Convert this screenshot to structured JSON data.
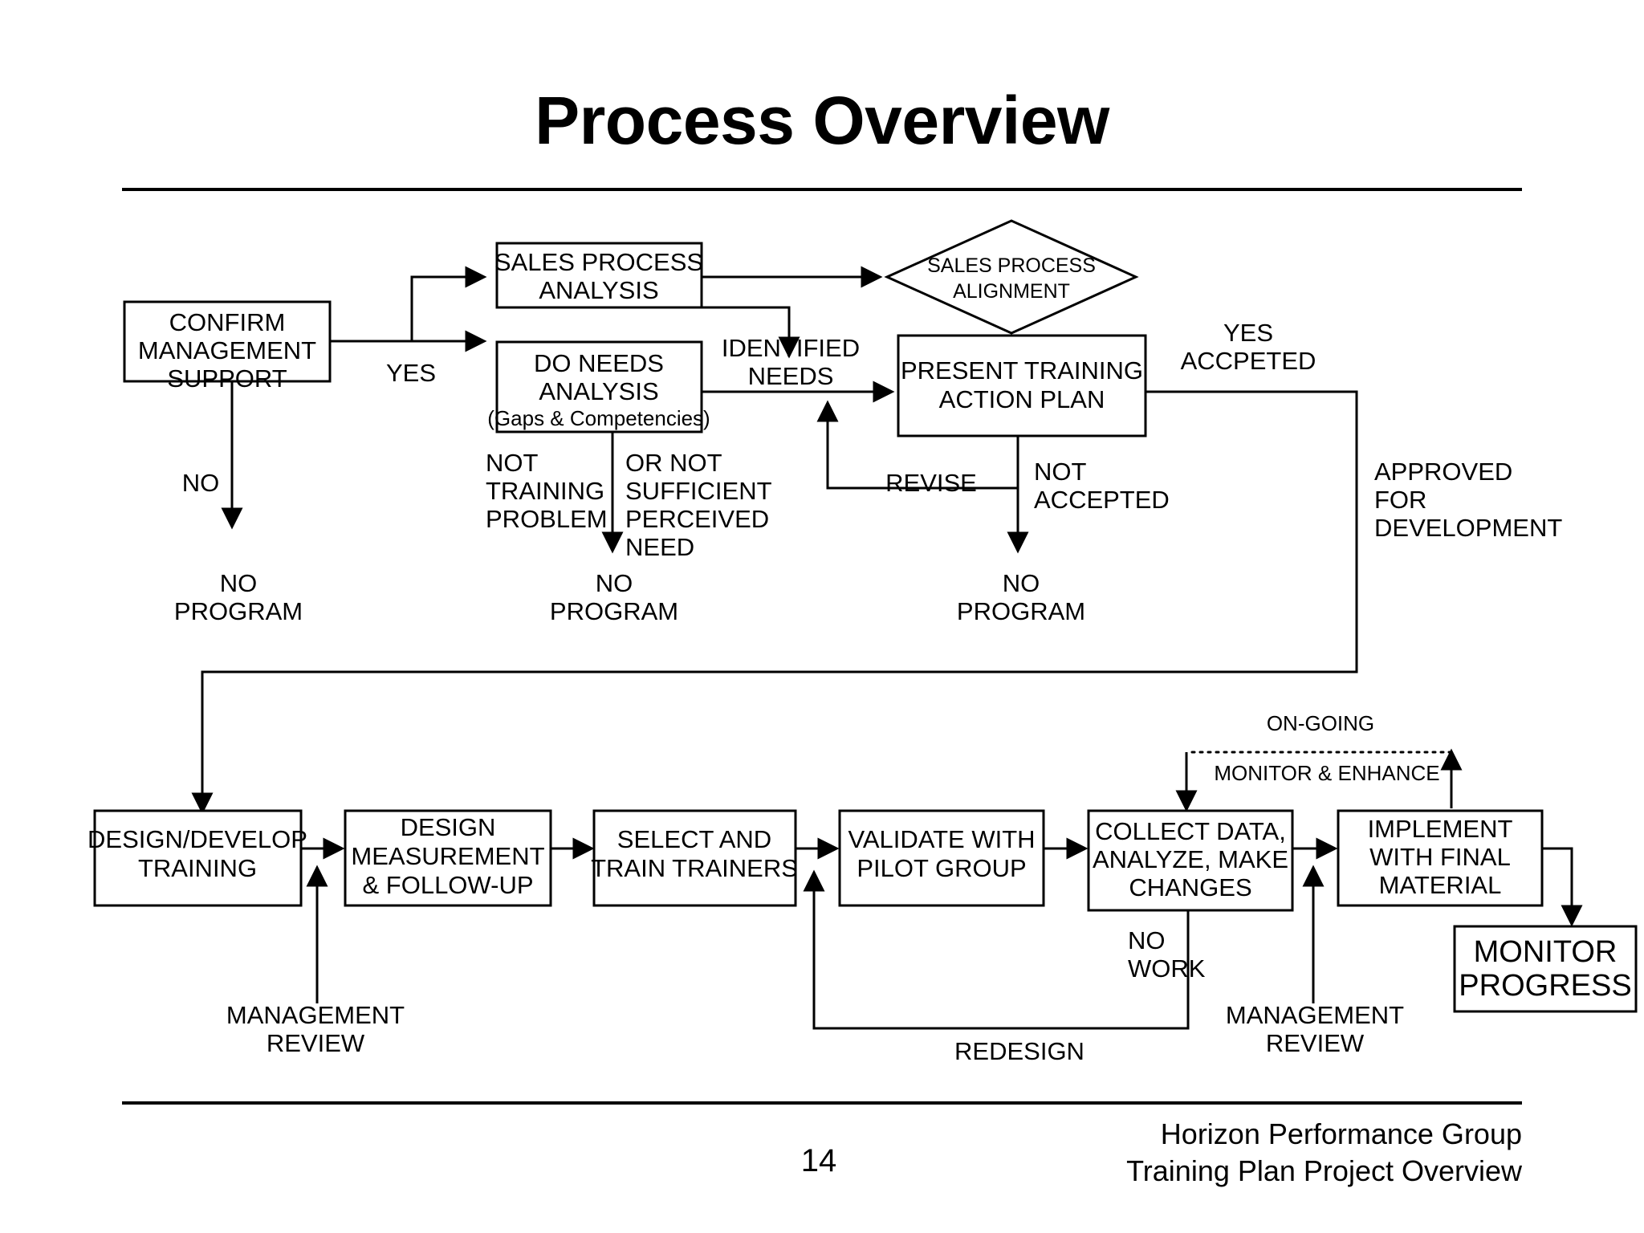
{
  "slide": {
    "title": "Process Overview",
    "page_number": "14",
    "footer_line1": "Horizon Performance Group",
    "footer_line2": "Training Plan Project Overview"
  },
  "diagram": {
    "type": "flowchart",
    "nodes": {
      "confirm_management_support": {
        "line1": "CONFIRM",
        "line2": "MANAGEMENT",
        "line3": "SUPPORT"
      },
      "sales_process_analysis": {
        "line1": "SALES PROCESS",
        "line2": "ANALYSIS"
      },
      "do_needs_analysis": {
        "line1": "DO NEEDS",
        "line2": "ANALYSIS",
        "line3": "(Gaps & Competencies)"
      },
      "sales_process_alignment": {
        "line1": "SALES PROCESS",
        "line2": "ALIGNMENT"
      },
      "present_training_action_plan": {
        "line1": "PRESENT TRAINING",
        "line2": "ACTION PLAN"
      },
      "design_develop_training": {
        "line1": "DESIGN/DEVELOP",
        "line2": "TRAINING"
      },
      "design_measurement": {
        "line1": "DESIGN",
        "line2": "MEASUREMENT",
        "line3": "& FOLLOW-UP"
      },
      "select_train_trainers": {
        "line1": "SELECT AND",
        "line2": "TRAIN TRAINERS"
      },
      "validate_pilot_group": {
        "line1": "VALIDATE WITH",
        "line2": "PILOT GROUP"
      },
      "collect_data": {
        "line1": "COLLECT DATA,",
        "line2": "ANALYZE, MAKE",
        "line3": "CHANGES"
      },
      "implement_final_material": {
        "line1": "IMPLEMENT",
        "line2": "WITH FINAL",
        "line3": "MATERIAL"
      },
      "monitor_progress": {
        "line1": "MONITOR",
        "line2": "PROGRESS"
      }
    },
    "terminals": {
      "no_program_1": {
        "line1": "NO",
        "line2": "PROGRAM"
      },
      "no_program_2": {
        "line1": "NO",
        "line2": "PROGRAM"
      },
      "no_program_3": {
        "line1": "NO",
        "line2": "PROGRAM"
      }
    },
    "edge_labels": {
      "yes": "YES",
      "no": "NO",
      "identified_needs": {
        "line1": "IDENTIFIED",
        "line2": "NEEDS"
      },
      "not_training_problem": {
        "line1": "NOT",
        "line2": "TRAINING",
        "line3": "PROBLEM"
      },
      "or_not_sufficient": {
        "line1": "OR NOT",
        "line2": "SUFFICIENT",
        "line3": "PERCEIVED",
        "line4": "NEED"
      },
      "revise": "REVISE",
      "not_accepted": {
        "line1": "NOT",
        "line2": "ACCEPTED"
      },
      "yes_accpeted": {
        "line1": "YES",
        "line2": "ACCPETED"
      },
      "approved_for_development": {
        "line1": "APPROVED",
        "line2": "FOR",
        "line3": "DEVELOPMENT"
      },
      "management_review_1": {
        "line1": "MANAGEMENT",
        "line2": "REVIEW"
      },
      "management_review_2": {
        "line1": "MANAGEMENT",
        "line2": "REVIEW"
      },
      "no_work": {
        "line1": "NO",
        "line2": "WORK"
      },
      "redesign": "REDESIGN",
      "on_going": "ON-GOING",
      "monitor_enhance": "MONITOR & ENHANCE"
    }
  }
}
